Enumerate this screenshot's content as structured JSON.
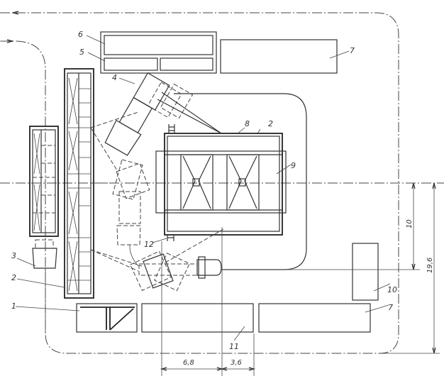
{
  "labels": {
    "l1": "1",
    "l2a": "2",
    "l2b": "2",
    "l3": "3",
    "l4": "4",
    "l5": "5",
    "l6": "6",
    "l7a": "7",
    "l7b": "7",
    "l8": "8",
    "l9": "9",
    "l10": "10",
    "l11": "11",
    "l12": "12"
  },
  "dimensions": {
    "d1": "6,8",
    "d2": "3,6",
    "d3": "10",
    "d4": "19,6"
  }
}
